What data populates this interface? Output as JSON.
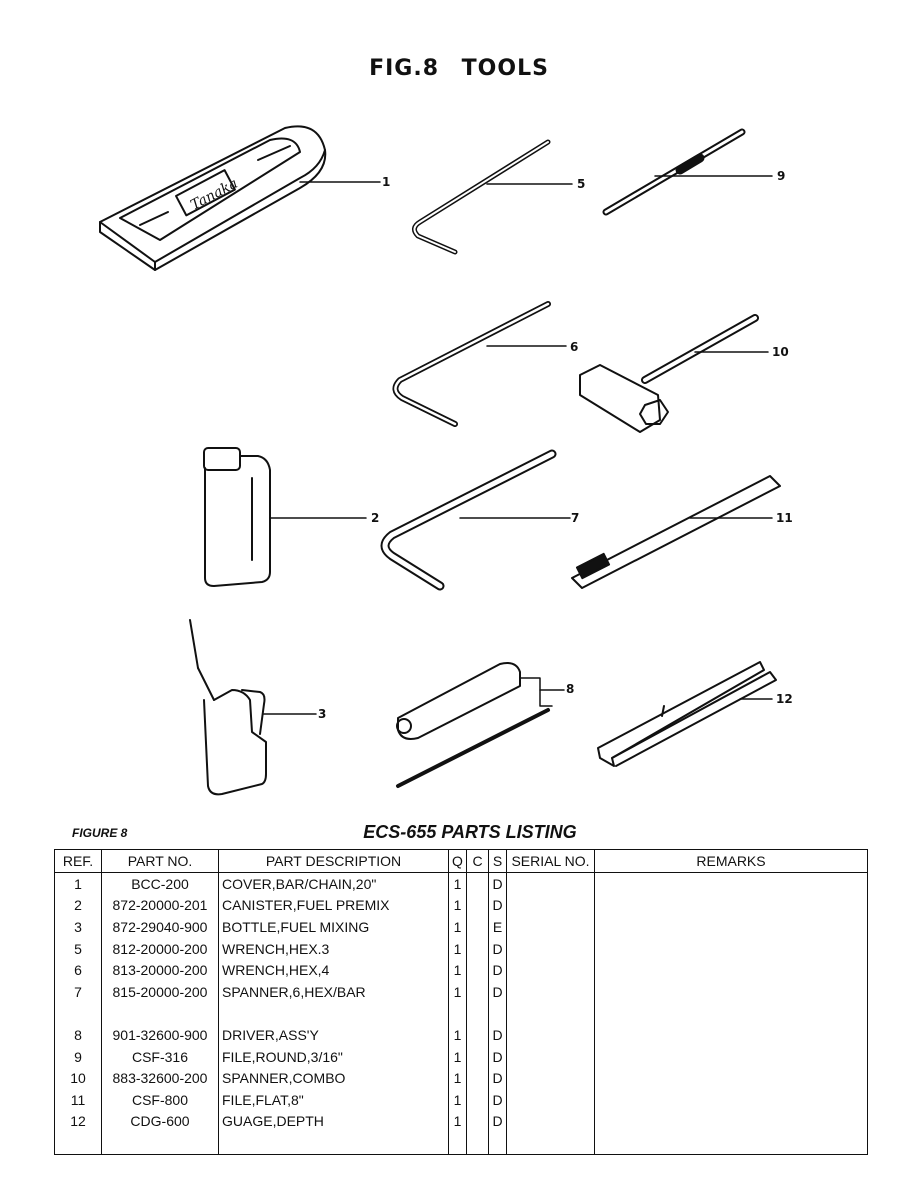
{
  "page_title": "FIG.8 TOOLS",
  "figure_label": "FIGURE 8",
  "list_title": "ECS-655 PARTS LISTING",
  "callouts": [
    "1",
    "2",
    "3",
    "5",
    "6",
    "7",
    "8",
    "9",
    "10",
    "11",
    "12"
  ],
  "table": {
    "headers": [
      "REF.",
      "PART NO.",
      "PART DESCRIPTION",
      "Q",
      "C",
      "S",
      "SERIAL NO.",
      "REMARKS"
    ],
    "rows": [
      [
        "1",
        "BCC-200",
        "COVER,BAR/CHAIN,20\"",
        "1",
        "",
        "D",
        "",
        ""
      ],
      [
        "2",
        "872-20000-201",
        "CANISTER,FUEL PREMIX",
        "1",
        "",
        "D",
        "",
        ""
      ],
      [
        "3",
        "872-29040-900",
        "BOTTLE,FUEL MIXING",
        "1",
        "",
        "E",
        "",
        ""
      ],
      [
        "5",
        "812-20000-200",
        "WRENCH,HEX.3",
        "1",
        "",
        "D",
        "",
        ""
      ],
      [
        "6",
        "813-20000-200",
        "WRENCH,HEX,4",
        "1",
        "",
        "D",
        "",
        ""
      ],
      [
        "7",
        "815-20000-200",
        "SPANNER,6,HEX/BAR",
        "1",
        "",
        "D",
        "",
        ""
      ],
      [
        "",
        "",
        "",
        "",
        "",
        "",
        "",
        ""
      ],
      [
        "8",
        "901-32600-900",
        "DRIVER,ASS'Y",
        "1",
        "",
        "D",
        "",
        ""
      ],
      [
        "9",
        "CSF-316",
        "FILE,ROUND,3/16\"",
        "1",
        "",
        "D",
        "",
        ""
      ],
      [
        "10",
        "883-32600-200",
        "SPANNER,COMBO",
        "1",
        "",
        "D",
        "",
        ""
      ],
      [
        "11",
        "CSF-800",
        "FILE,FLAT,8\"",
        "1",
        "",
        "D",
        "",
        ""
      ],
      [
        "12",
        "CDG-600",
        "GUAGE,DEPTH",
        "1",
        "",
        "D",
        "",
        ""
      ],
      [
        "",
        "",
        "",
        "",
        "",
        "",
        "",
        ""
      ]
    ]
  }
}
